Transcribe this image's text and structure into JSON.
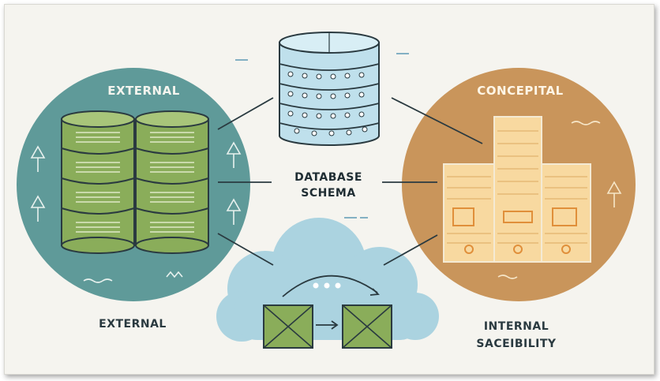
{
  "labels": {
    "external_top": "EXTERNAL",
    "conceptual_top": "CONCEPITAL",
    "center_line1": "DATABASE",
    "center_line2": "SCHEMA",
    "external_bottom": "EXTERNAL",
    "internal_line1": "INTERNAL",
    "internal_line2": "SACEIBILITY"
  },
  "colors": {
    "background": "#f5f4ef",
    "external_circle": "#5f9a99",
    "conceptual_circle": "#c9955b",
    "cloud": "#abd3e0",
    "database_blue": "#bfe0ec",
    "drum_green": "#8aad5a",
    "server_cream": "#f8d9a0",
    "line_dark": "#2a3a40"
  }
}
